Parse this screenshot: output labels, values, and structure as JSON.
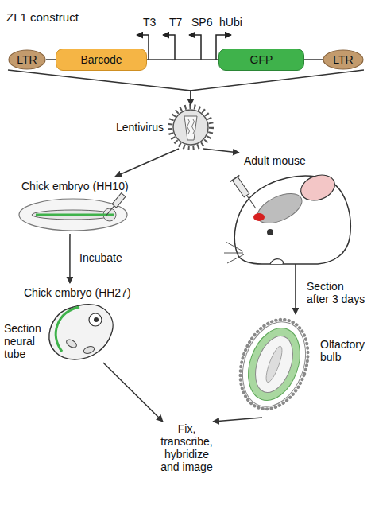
{
  "diagram": {
    "nodes": [
      {
        "text": [
          "LTR"
        ]
      },
      {
        "text": [
          "Barcode"
        ]
      },
      {
        "text": [
          "GFP"
        ]
      },
      {
        "text": [
          "LTR"
        ]
      },
      {
        "text": [
          "Lentivirus"
        ]
      },
      {
        "text": [
          "Chick embryo (HH10)"
        ]
      },
      {
        "text": [
          "Adult mouse"
        ]
      },
      {
        "text": [
          "Chick embryo (HH27)",
          "Section neural tube"
        ]
      },
      {
        "text": [
          "Olfactory bulb"
        ]
      },
      {
        "text": [
          "Fix, transcribe, hybridize and image"
        ]
      }
    ],
    "edges": [
      {
        "from": 0,
        "to": 1,
        "arrow": "none"
      },
      {
        "from": 1,
        "to": 2,
        "arrow": "none"
      },
      {
        "from": 2,
        "to": 3,
        "arrow": "none"
      },
      {
        "from": 0,
        "to": 4,
        "arrow": "to"
      },
      {
        "from": 3,
        "to": 4,
        "arrow": "to"
      },
      {
        "from": 4,
        "to": 5,
        "arrow": "to"
      },
      {
        "from": 4,
        "to": 6,
        "arrow": "to"
      },
      {
        "from": 5,
        "to": 7,
        "label": "Incubate",
        "arrow": "to"
      },
      {
        "from": 6,
        "to": 8,
        "label": "Section after 3 days",
        "arrow": "to"
      },
      {
        "from": 7,
        "to": 9,
        "arrow": "to"
      },
      {
        "from": 8,
        "to": 9,
        "arrow": "to"
      }
    ],
    "labels": [
      "ZL1 construct",
      "T3",
      "T7",
      "SP6",
      "hUbi"
    ]
  }
}
